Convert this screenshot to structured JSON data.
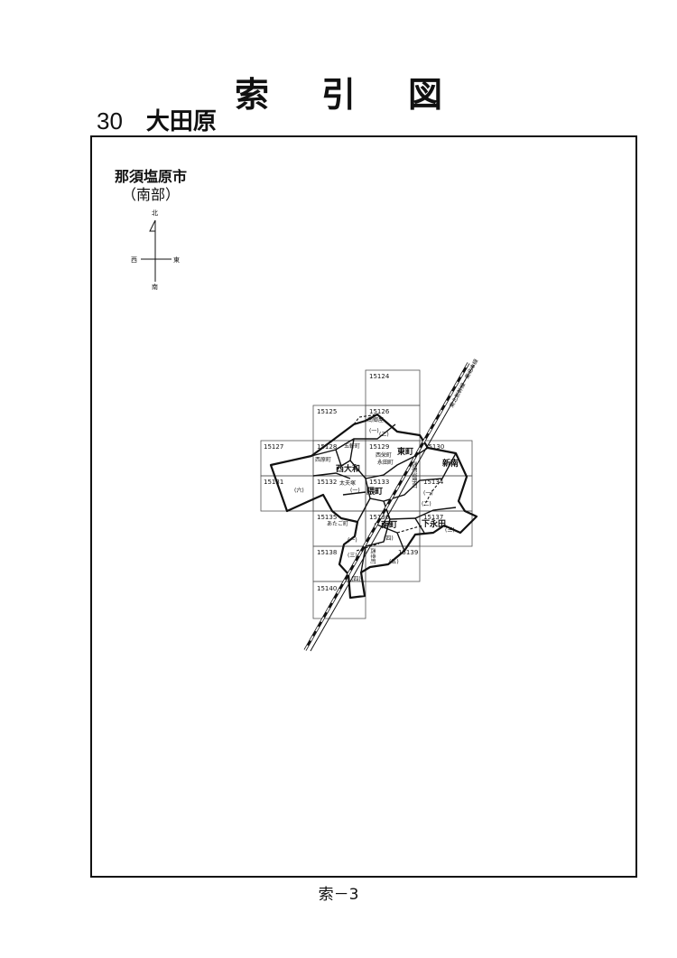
{
  "page": {
    "title": "索引図",
    "region_number": "30",
    "region_name": "大田原",
    "city_name": "那須塩原市",
    "city_sub": "（南部）",
    "footer": "索－3"
  },
  "compass": {
    "north": "北",
    "south": "南",
    "east": "東",
    "west": "西"
  },
  "map_sheets": [
    {
      "id": "15124"
    },
    {
      "id": "15125"
    },
    {
      "id": "15126"
    },
    {
      "id": "15127"
    },
    {
      "id": "15128"
    },
    {
      "id": "15129"
    },
    {
      "id": "15130"
    },
    {
      "id": "15131"
    },
    {
      "id": "15132"
    },
    {
      "id": "15133"
    },
    {
      "id": "15134"
    },
    {
      "id": "15135"
    },
    {
      "id": "15136"
    },
    {
      "id": "15137"
    },
    {
      "id": "15138"
    },
    {
      "id": "15139"
    },
    {
      "id": "15140"
    }
  ],
  "place_names": {
    "minami_gosho": "南郷屋",
    "gokenmachi": "五軒町",
    "nishihara": "西原町",
    "nishi_eimachi": "西栄町",
    "eidamachi": "永田町",
    "higashimachi": "東町",
    "nishi_owa": "西大和",
    "shinnan": "新南",
    "taiomaru": "太夫塚",
    "kumamachi": "隈町",
    "atagomachi": "あたご町",
    "minamimachi": "南町",
    "shimo_eida": "下永田",
    "nishi_saiwaimachi": "西幸町",
    "tracks_label": "東北新幹線・東北本線",
    "vertical_label": "西那須野町"
  },
  "district_marks": {
    "one_a": "(一)",
    "two_a": "(二)",
    "six": "(六)",
    "one_b": "(一)",
    "one_c": "(一)",
    "three_a": "(三)",
    "four_a": "(四)",
    "two_b": "(二)",
    "three_b": "(三)",
    "five": "(五)",
    "four_b": "(四)",
    "three_c": "(三)"
  }
}
